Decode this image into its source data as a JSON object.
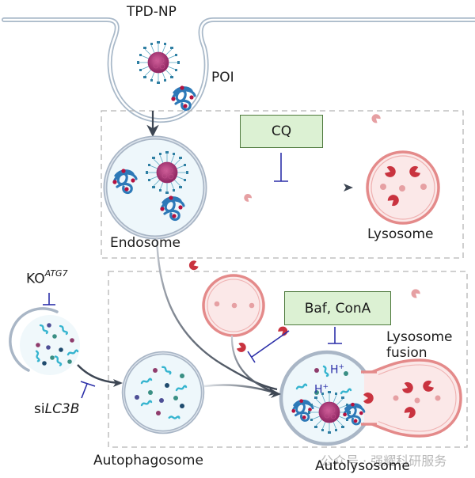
{
  "labels": {
    "tpd_np": "TPD-NP",
    "poi": "POI",
    "endosome": "Endosome",
    "lysosome": "Lysosome",
    "ko_prefix": "KO",
    "ko_sup": "ATG7",
    "si_prefix": "si",
    "si_gene": "LC3B",
    "autophagosome": "Autophagosome",
    "autolysosome": "Autolysosome",
    "lysosome_fusion_line1": "Lysosome",
    "lysosome_fusion_line2": "fusion",
    "h_plus_1": "H",
    "h_plus_2": "H",
    "plus": "+"
  },
  "inhibitor_boxes": {
    "cq": "CQ",
    "baf_cona": "Baf, ConA"
  },
  "watermark": "公众号 · 强耀科研服务",
  "colors": {
    "membrane": "#b9c7d6",
    "vesicle_fill": "#eef7fb",
    "lysosome_fill": "#fbe8e8",
    "lysosome_ring": "#e48a8a",
    "enzyme": "#c9333f",
    "enzyme_light": "#e6a0a3",
    "nanoparticle": "#b0387a",
    "poi": "#2d79b8",
    "arrow": "#3d4653",
    "inhibit": "#2b2fa8",
    "box_fill": "#dcf1d3",
    "box_border": "#4f7a3e",
    "dashed": "#b5b5b5"
  }
}
